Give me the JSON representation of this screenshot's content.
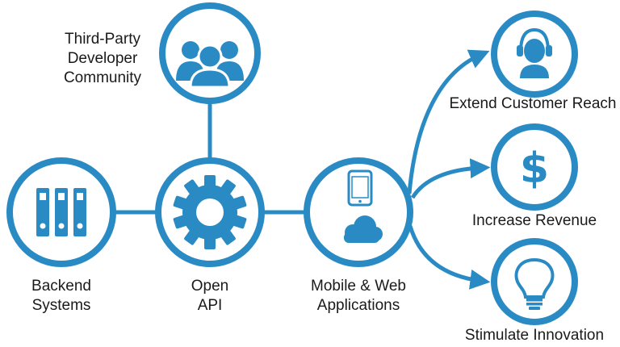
{
  "colors": {
    "accent": "#2a8bc4",
    "background": "#ffffff",
    "text": "#1a1a1a"
  },
  "nodes": {
    "developer_community": {
      "icon": "people-group-icon",
      "label_lines": [
        "Third-Party",
        "Developer",
        "Community"
      ]
    },
    "backend_systems": {
      "icon": "file-binders-icon",
      "label_lines": [
        "Backend",
        "Systems"
      ]
    },
    "open_api": {
      "icon": "gear-icon",
      "label_lines": [
        "Open",
        "API"
      ]
    },
    "mobile_web_apps": {
      "icons": [
        "smartphone-icon",
        "cloud-icon"
      ],
      "label_lines": [
        "Mobile & Web",
        "Applications"
      ]
    },
    "customer_reach": {
      "icon": "headset-person-icon",
      "label": "Extend Customer Reach"
    },
    "revenue": {
      "icon": "dollar-sign-icon",
      "label": "Increase Revenue"
    },
    "innovation": {
      "icon": "lightbulb-icon",
      "label": "Stimulate Innovation"
    }
  }
}
